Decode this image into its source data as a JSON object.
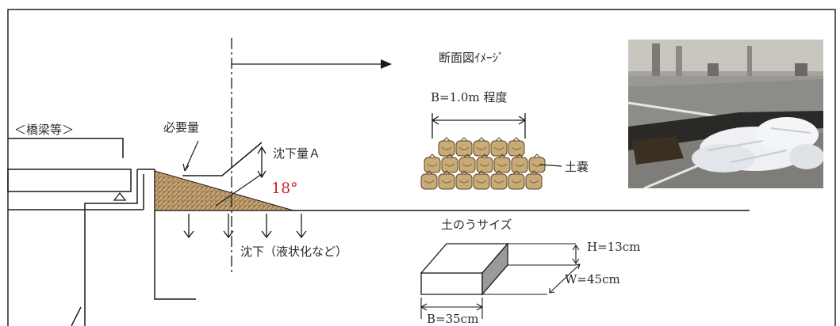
{
  "labels": {
    "bridge": "＜橋梁等＞",
    "required_amount": "必要量",
    "settlement_amount": "沈下量Ａ",
    "angle": "18°",
    "settlement_cause": "沈下（液状化など）",
    "section_image": "断面図ｲﾒｰｼﾞ",
    "width_approx": "B=1.0m 程度",
    "sandbag": "土嚢",
    "sandbag_size": "土のうサイズ",
    "height": "H=13cm",
    "width": "W=45cm",
    "breadth": "B=35cm"
  },
  "colors": {
    "line": "#1a1a1a",
    "soil_fill": "#b9956a",
    "angle_text": "#d51f2a",
    "sandbag_fill": "#c9ab78"
  }
}
